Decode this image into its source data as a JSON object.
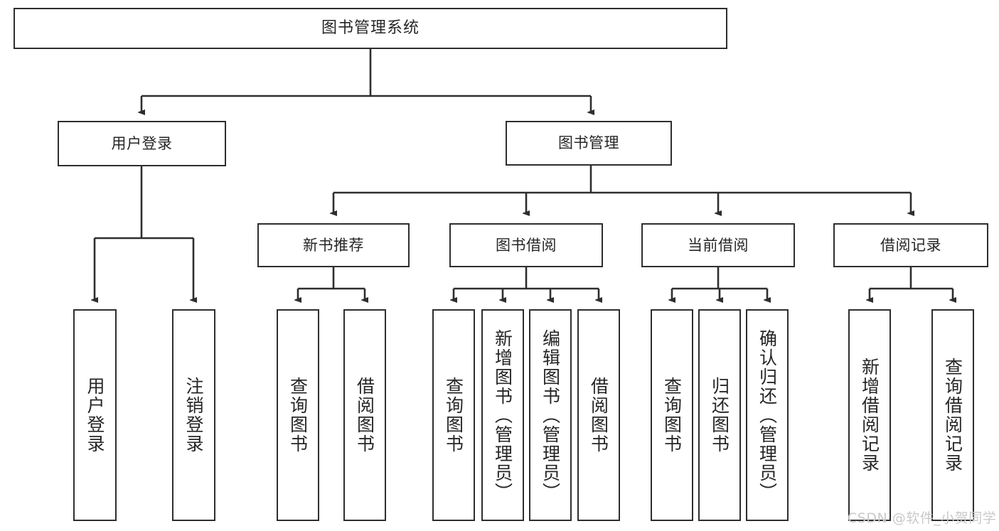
{
  "diagram": {
    "title": "图书管理系统",
    "type": "tree",
    "watermark": "CSDN @软件_小贺同学",
    "colors": {
      "stroke": "#2e2e2e",
      "text": "#262626",
      "background": "#ffffff",
      "watermark": "#c9c9c9"
    },
    "levels": {
      "root": {
        "label": "图书管理系统"
      },
      "level1": [
        {
          "id": "user-login",
          "label": "用户登录"
        },
        {
          "id": "book-manage",
          "label": "图书管理"
        }
      ],
      "level2": [
        {
          "id": "new-book-recommend",
          "label": "新书推荐",
          "parent": "book-manage"
        },
        {
          "id": "book-borrow",
          "label": "图书借阅",
          "parent": "book-manage"
        },
        {
          "id": "current-borrow",
          "label": "当前借阅",
          "parent": "book-manage"
        },
        {
          "id": "borrow-record",
          "label": "借阅记录",
          "parent": "book-manage"
        }
      ],
      "leaves": [
        {
          "id": "leaf-user-login",
          "label": "用户登录",
          "parent": "user-login"
        },
        {
          "id": "leaf-logout",
          "label": "注销登录",
          "parent": "user-login"
        },
        {
          "id": "leaf-query-book-1",
          "label": "查询图书",
          "parent": "new-book-recommend"
        },
        {
          "id": "leaf-borrow-book-1",
          "label": "借阅图书",
          "parent": "new-book-recommend"
        },
        {
          "id": "leaf-query-book-2",
          "label": "查询图书",
          "parent": "book-borrow"
        },
        {
          "id": "leaf-add-book",
          "label": "新增图书（管理员）",
          "parent": "book-borrow"
        },
        {
          "id": "leaf-edit-book",
          "label": "编辑图书（管理员）",
          "parent": "book-borrow"
        },
        {
          "id": "leaf-borrow-book-2",
          "label": "借阅图书",
          "parent": "book-borrow"
        },
        {
          "id": "leaf-query-book-3",
          "label": "查询图书",
          "parent": "current-borrow"
        },
        {
          "id": "leaf-return-book",
          "label": "归还图书",
          "parent": "current-borrow"
        },
        {
          "id": "leaf-confirm-return",
          "label": "确认归还（管理员）",
          "parent": "current-borrow"
        },
        {
          "id": "leaf-add-record",
          "label": "新增借阅记录",
          "parent": "borrow-record"
        },
        {
          "id": "leaf-query-record",
          "label": "查询借阅记录",
          "parent": "borrow-record"
        }
      ]
    }
  }
}
